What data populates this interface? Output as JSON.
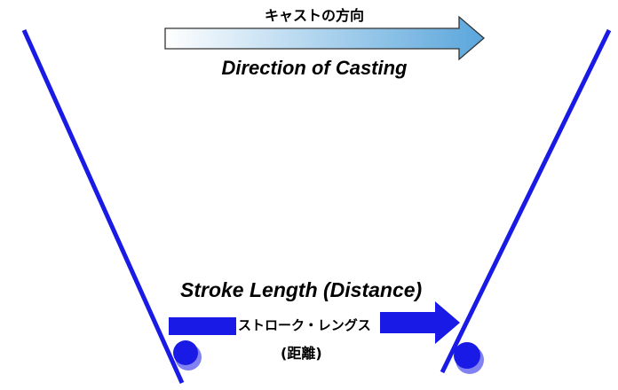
{
  "casting": {
    "label_jp": "キャストの方向",
    "label_en": "Direction of Casting"
  },
  "stroke": {
    "label_en": "Stroke Length (Distance)",
    "label_jp": "ストローク・レングス",
    "label_jp_paren": "(距離)"
  },
  "colors": {
    "mold_line": "#1a1ae6",
    "stroke_arrow": "#1a1ae6",
    "casting_arrow_start": "#ffffff",
    "casting_arrow_end": "#5aa6dc",
    "casting_arrow_outline": "#333333"
  }
}
